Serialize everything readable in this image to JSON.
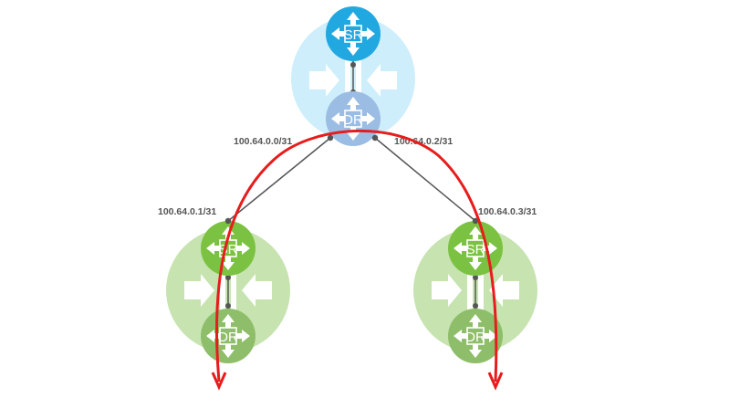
{
  "colors": {
    "blue_halo": "#cdeefa",
    "sr_blue": "#21a8e0",
    "dr_blue": "#9bbde4",
    "green_halo": "#c6e3b0",
    "sr_green": "#7cc242",
    "dr_green": "#8fbe6a",
    "link": "#555555",
    "path": "#e81c1c"
  },
  "icons": [
    "router-arrows-icon",
    "bidirectional-arrows-icon"
  ],
  "top_router": {
    "sr_label": "SR",
    "dr_label": "DR"
  },
  "left_router": {
    "sr_label": "SR",
    "dr_label": "DR"
  },
  "right_router": {
    "sr_label": "SR",
    "dr_label": "DR"
  },
  "links": [
    {
      "label": "100.64.0.0/31"
    },
    {
      "label": "100.64.0.2/31"
    },
    {
      "label": "100.64.0.1/31"
    },
    {
      "label": "100.64.0.3/31"
    }
  ]
}
